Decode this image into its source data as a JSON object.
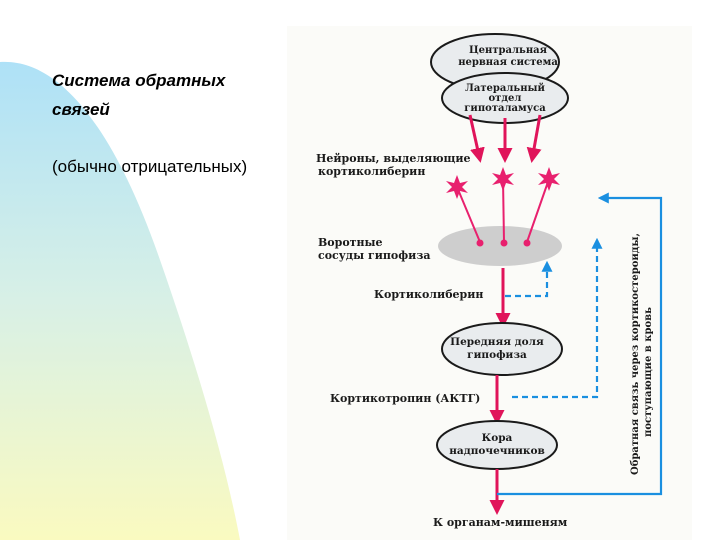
{
  "slide": {
    "title": "Система обратных связей",
    "subtitle": "(обычно отрицательных)"
  },
  "diagram": {
    "cns": [
      "Центральная",
      "нервная система"
    ],
    "hypothalamus": [
      "Латеральный",
      "отдел",
      "гипоталамуса"
    ],
    "neurons_label": [
      "Нейроны, выделяющие",
      "кортиколиберин"
    ],
    "portal_label": [
      "Воротные",
      "сосуды гипофиза"
    ],
    "crh_label": "Кортиколиберин",
    "pituitary": [
      "Передняя доля",
      "гипофиза"
    ],
    "acth_label": "Кортикотропин (АКТГ)",
    "adrenal": [
      "Кора",
      "надпочечников"
    ],
    "target_label": "К органам-мишеням",
    "feedback_label": [
      "Обратная связь через кортикостероиды,",
      "поступающие в кровь"
    ]
  },
  "colors": {
    "arrow": "#e0145a",
    "feedback": "#1a8fe0",
    "neuron": "#e8206e",
    "ellipse_fill": "#e9ecee",
    "portal_fill": "#c9c9c9"
  }
}
